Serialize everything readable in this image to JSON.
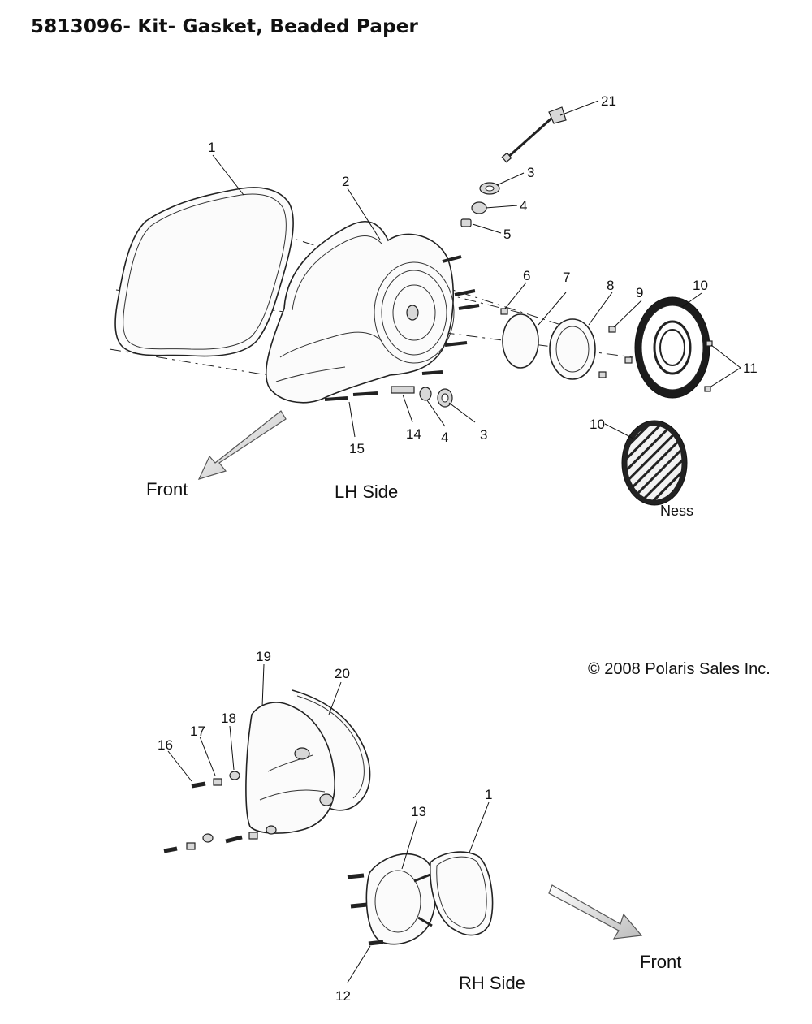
{
  "title": "5813096- Kit- Gasket, Beaded Paper",
  "copyright": "© 2008 Polaris Sales Inc.",
  "lh_side": {
    "side_label": "LH Side",
    "front_label": "Front",
    "ness_label": "Ness",
    "callouts": {
      "c1": "1",
      "c2": "2",
      "c21": "21",
      "c3a": "3",
      "c4a": "4",
      "c5": "5",
      "c6": "6",
      "c7": "7",
      "c8": "8",
      "c9": "9",
      "c10a": "10",
      "c11": "11",
      "c10b": "10",
      "c15": "15",
      "c14": "14",
      "c4b": "4",
      "c3b": "3"
    }
  },
  "rh_side": {
    "side_label": "RH Side",
    "front_label": "Front",
    "callouts": {
      "c19": "19",
      "c20": "20",
      "c18": "18",
      "c17": "17",
      "c16": "16",
      "c13": "13",
      "c1": "1",
      "c12": "12"
    }
  }
}
